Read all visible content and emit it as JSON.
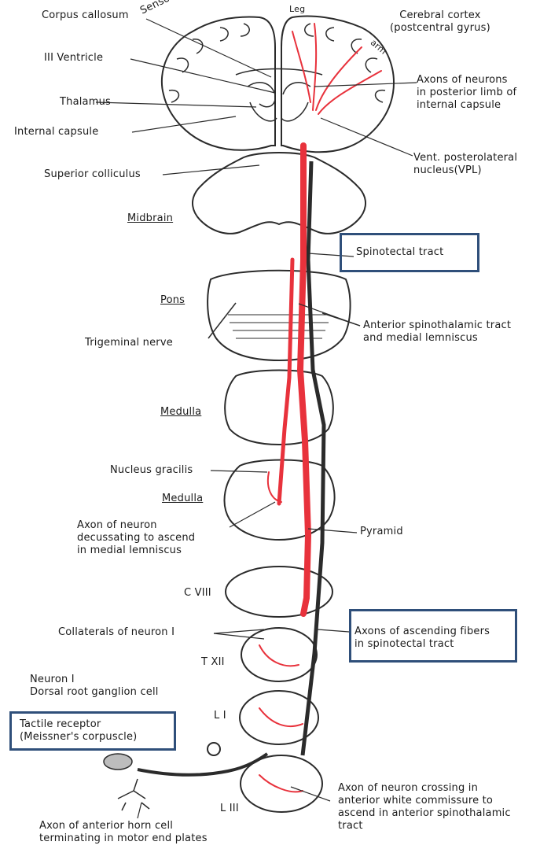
{
  "labels": {
    "corpus_callosum": "Corpus callosum",
    "sensory_cortex": "Sensory cortex",
    "leg": "Leg",
    "arm": "arm",
    "cerebral_cortex": "Cerebral cortex\n(postcentral gyrus)",
    "third_ventricle": "III Ventricle",
    "axons_posterior_limb": "Axons of neurons\nin posterior limb of\ninternal capsule",
    "thalamus": "Thalamus",
    "internal_capsule": "Internal capsule",
    "vpl": "Vent. posterolateral\nnucleus(VPL)",
    "superior_colliculus": "Superior colliculus",
    "midbrain": "Midbrain",
    "spinotectal_tract": "Spinotectal tract",
    "pons": "Pons",
    "anterior_spinothalamic": "Anterior spinothalamic tract\nand medial lemniscus",
    "trigeminal_nerve": "Trigeminal nerve",
    "medulla_upper": "Medulla",
    "nucleus_gracilis": "Nucleus gracilis",
    "medulla_lower": "Medulla",
    "axon_decussating": "Axon of neuron\ndecussating to ascend\nin medial lemniscus",
    "pyramid": "Pyramid",
    "c8": "C VIII",
    "collaterals": "Collaterals of neuron I",
    "axons_ascending": "Axons of ascending fibers\nin spinotectal tract",
    "t12": "T XII",
    "neuron_one": "Neuron I\nDorsal root ganglion cell",
    "l1": "L I",
    "tactile_receptor": "Tactile receptor\n(Meissner's corpuscle)",
    "l3": "L III",
    "axon_crossing": "Axon of neuron crossing in\nanterior white commissure to\nascend in anterior spinothalamic\ntract",
    "axon_anterior_horn": "Axon of anterior horn cell\nterminating in motor end plates"
  },
  "colors": {
    "tract_red": "#e8323c",
    "highlight_box": "#2f4f7a",
    "outline": "#2b2b2b"
  }
}
